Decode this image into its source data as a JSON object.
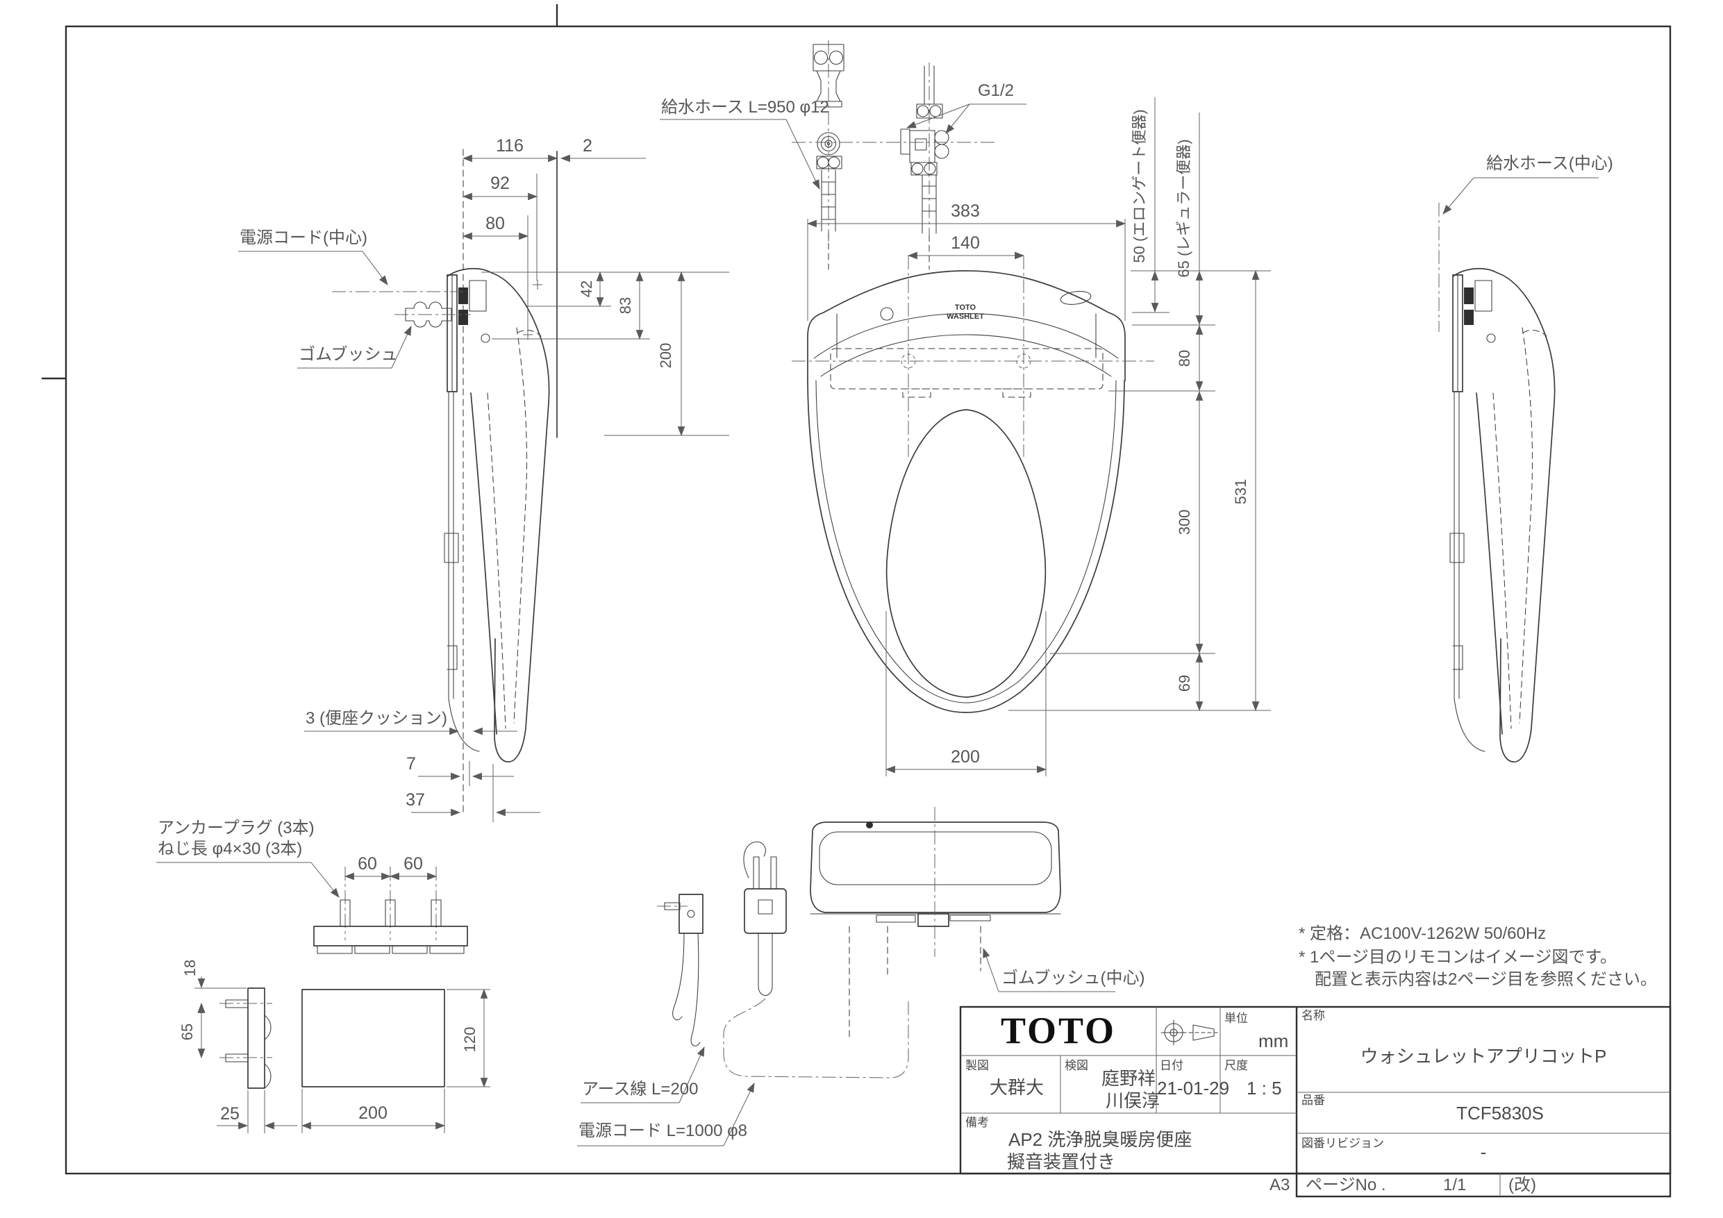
{
  "sheet": {
    "size": "A3"
  },
  "labels": {
    "supply_hose": "給水ホース L=950 φ12",
    "g12": "G1/2",
    "power_cord_center": "電源コード(中心)",
    "rubber_bush": "ゴムブッシュ",
    "seat_cushion_3": "3 (便座クッション)",
    "supply_hose_center": "給水ホース(中心)",
    "elongated_50": "50 (エロンゲート便器)",
    "regular_65": "65 (レギュラー便器)",
    "anchor_plug": "アンカープラグ (3本)",
    "screw_len": "ねじ長 φ4×30 (3本)",
    "earth_wire": "アース線 L=200",
    "power_cord": "電源コード L=1000 φ8",
    "rubber_bush_center": "ゴムブッシュ(中心)",
    "logo_small_1": "TOTO",
    "logo_small_2": "WASHLET"
  },
  "dims": {
    "side": {
      "d116": "116",
      "d2": "2",
      "d92": "92",
      "d80": "80",
      "d42": "42",
      "d83": "83",
      "d200": "200",
      "d7": "7",
      "d37": "37"
    },
    "top": {
      "d383": "383",
      "d140": "140",
      "d80": "80",
      "d300": "300",
      "d69": "69",
      "d531": "531",
      "d200": "200"
    },
    "anchor": {
      "d60a": "60",
      "d60b": "60",
      "d18": "18",
      "d65": "65",
      "d25": "25",
      "d200": "200",
      "d120": "120"
    }
  },
  "notes": {
    "line1": "* 定格：AC100V-1262W 50/60Hz",
    "line2": "* 1ページ目のリモコンはイメージ図です。",
    "line3": "配置と表示内容は2ページ目を参照ください。"
  },
  "title_block": {
    "logo": "TOTO",
    "unit_label": "単位",
    "unit_value": "mm",
    "drafter_label": "製図",
    "drafter": "大群大",
    "checker_label": "検図",
    "checker1": "庭野祥",
    "checker2": "川俣淳",
    "date_label": "日付",
    "date": "21-01-29",
    "scale_label": "尺度",
    "scale": "1 : 5",
    "remarks_label": "備考",
    "remarks1": "AP2  洗浄脱臭暖房便座",
    "remarks2": "擬音装置付き",
    "name_label": "名称",
    "name": "ウォシュレットアプリコットP",
    "part_label": "品番",
    "part": "TCF5830S",
    "rev_label": "図番リビジョン",
    "rev": "-",
    "page_label": "ページNo .",
    "page": "1/1",
    "kai": "(改)"
  }
}
